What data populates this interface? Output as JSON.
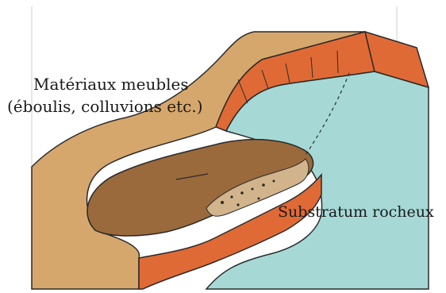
{
  "labels": {
    "materials_line1": "Matériaux meubles",
    "materials_line2": "(éboulis, colluvions etc.)",
    "substratum": "Substratum rocheux"
  },
  "colors": {
    "loose_material": "#d6a76c",
    "scarp_orange": "#e06a35",
    "bedrock_blue": "#a6d9d6",
    "slump_mass": "#9a6a3c",
    "slump_face": "#d2b48c",
    "outline": "#2a2a2a"
  }
}
